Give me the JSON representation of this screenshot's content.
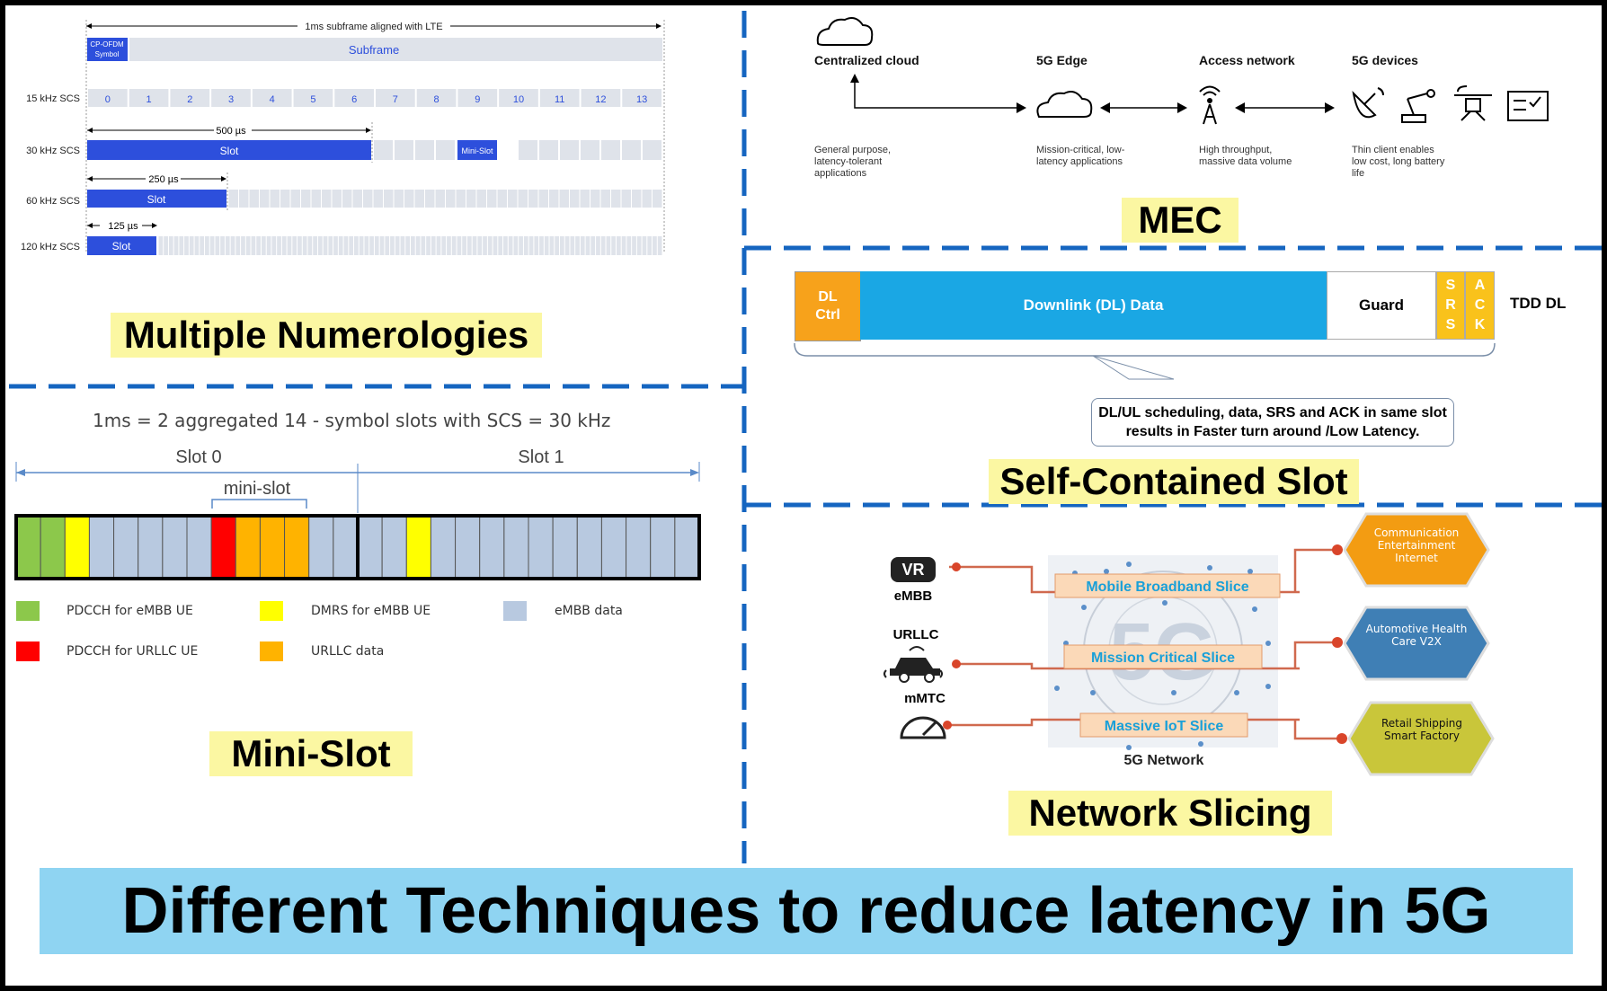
{
  "title": "Different Techniques to reduce latency in 5G",
  "captions": {
    "numerology": "Multiple Numerologies",
    "minislot": "Mini-Slot",
    "mec": "MEC",
    "selfcontained": "Self-Contained Slot",
    "slicing": "Network Slicing"
  },
  "numerology": {
    "subframe_label": "1ms subframe aligned with LTE",
    "cp_label": "CP-OFDM Symbol",
    "subframe_text": "Subframe",
    "rows": [
      "15 kHz SCS",
      "30 kHz SCS",
      "60 kHz SCS",
      "120 kHz SCS"
    ],
    "symbols": [
      "0",
      "1",
      "2",
      "3",
      "4",
      "5",
      "6",
      "7",
      "8",
      "9",
      "10",
      "11",
      "12",
      "13"
    ],
    "dur_500": "500 µs",
    "dur_250": "250 µs",
    "dur_125": "125 µs",
    "slot": "Slot",
    "minislot": "Mini-Slot"
  },
  "minislot": {
    "heading": "1ms = 2 aggregated 14  -  symbol slots with SCS = 30 kHz",
    "slot0": "Slot 0",
    "slot1": "Slot 1",
    "minislot_label": "mini-slot",
    "legend": {
      "pdcch_embb": "PDCCH for eMBB UE",
      "dmrs_embb": "DMRS for eMBB UE",
      "embb_data": "eMBB data",
      "pdcch_urllc": "PDCCH for URLLC UE",
      "urllc_data": "URLLC data"
    },
    "colors": {
      "green": "#8cc84b",
      "yellow": "#ffff00",
      "blue": "#b8c9e0",
      "red": "#ff0000",
      "orange": "#ffb300"
    }
  },
  "mec": {
    "cols": [
      {
        "title": "Centralized cloud",
        "desc": "General purpose, latency-tolerant applications"
      },
      {
        "title": "5G Edge",
        "desc": "Mission-critical, low-latency applications"
      },
      {
        "title": "Access network",
        "desc": "High throughput, massive data volume"
      },
      {
        "title": "5G devices",
        "desc": "Thin client enables low cost, long battery life"
      }
    ]
  },
  "selfcontained": {
    "dl_ctrl": "DL Ctrl",
    "dl_data": "Downlink (DL) Data",
    "guard": "Guard",
    "srs": "SRS",
    "ack": "ACK",
    "tdd": "TDD DL",
    "callout": "DL/UL scheduling, data, SRS and ACK in same slot results in Faster turn around /Low Latency."
  },
  "slicing": {
    "embb": "eMBB",
    "vr": "VR",
    "urllc": "URLLC",
    "mmtc": "mMTC",
    "slices": [
      "Mobile Broadband Slice",
      "Mission Critical Slice",
      "Massive IoT Slice"
    ],
    "network": "5G Network",
    "hex": [
      {
        "text": "Communication Entertainment Internet",
        "color": "#f39c12"
      },
      {
        "text": "Automotive Health Care V2X",
        "color": "#3f7fb5"
      },
      {
        "text": "Retail Shipping Smart Factory",
        "color": "#c9c63a"
      }
    ]
  }
}
